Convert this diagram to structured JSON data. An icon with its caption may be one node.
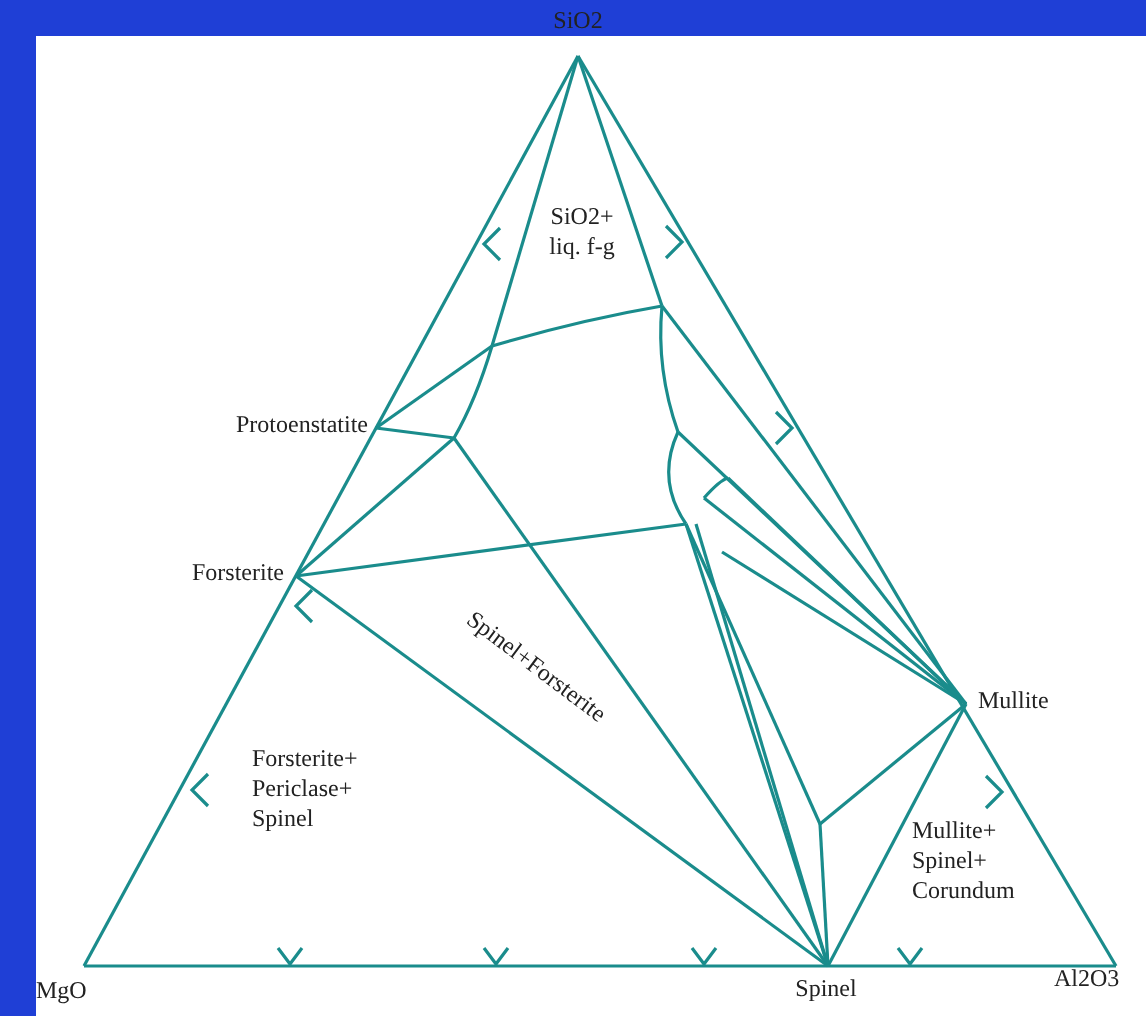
{
  "diagram": {
    "labels": [
      "SiO2",
      "SiO2+ liq. f-g",
      "Protoenstatite",
      "Forsterite",
      "Spinel+Forsterite",
      "Mullite",
      "Forsterite+ Periclase+ Spinel",
      "Mullite+ Spinel+ Corundum",
      "MgO",
      "Spinel",
      "Al2O3"
    ]
  }
}
